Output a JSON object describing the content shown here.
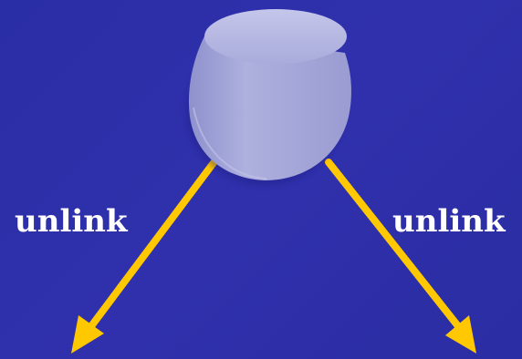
{
  "diagram": {
    "colors": {
      "background": "#2c2fa8",
      "node_fill": "#a6a8d8",
      "node_top": "#b9bbe4",
      "arrow": "#ffc800",
      "label": "#ffffff"
    },
    "node": {
      "shape": "cylinder"
    },
    "edges": [
      {
        "label": "unlink",
        "direction": "down-left"
      },
      {
        "label": "unlink",
        "direction": "down-right"
      }
    ]
  }
}
